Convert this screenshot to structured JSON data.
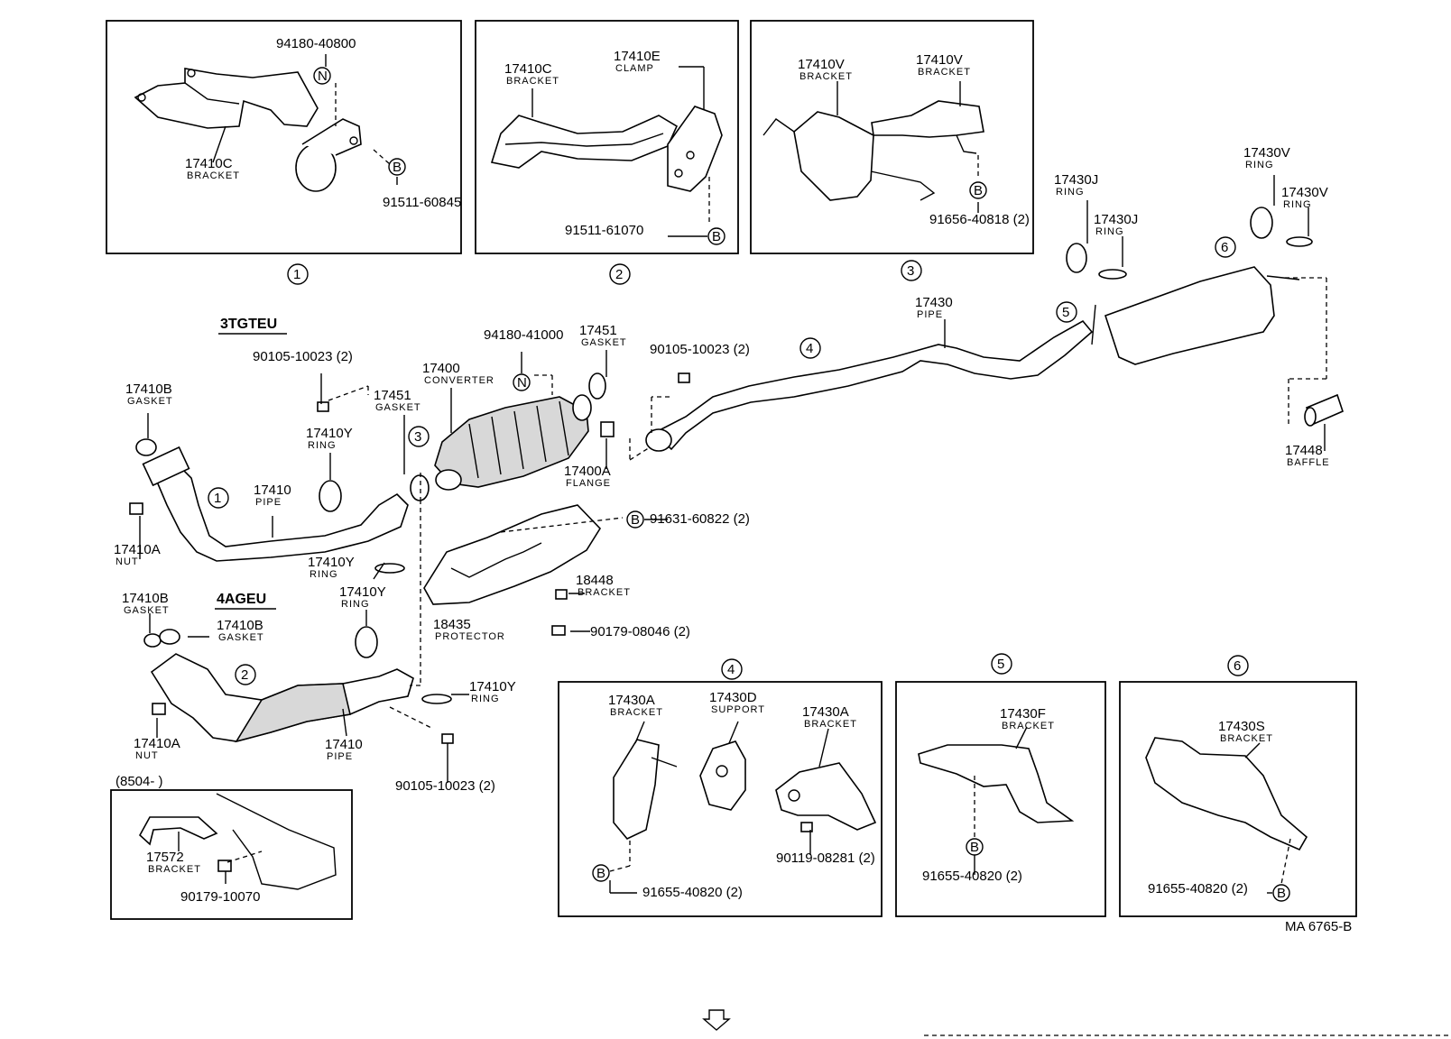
{
  "diagram_code": "MA 6765-B",
  "nav_arrow_icon": "down-arrow-icon",
  "engine_variants": [
    "3TGTEU",
    "4AGEU"
  ],
  "date_range": "(8504-         )",
  "markers": {
    "B": "B",
    "N": "N"
  },
  "circle_numbers": [
    "1",
    "2",
    "3",
    "4",
    "5",
    "6"
  ],
  "parts": [
    {
      "num": "94180-40800",
      "name": ""
    },
    {
      "num": "17410C",
      "name": "BRACKET"
    },
    {
      "num": "91511-60845",
      "name": ""
    },
    {
      "num": "17410C",
      "name": "BRACKET"
    },
    {
      "num": "17410E",
      "name": "CLAMP"
    },
    {
      "num": "91511-61070",
      "name": ""
    },
    {
      "num": "17410V",
      "name": "BRACKET"
    },
    {
      "num": "17410V",
      "name": "BRACKET"
    },
    {
      "num": "91656-40818 (2)",
      "name": ""
    },
    {
      "num": "17430J",
      "name": "RING"
    },
    {
      "num": "17430J",
      "name": "RING"
    },
    {
      "num": "17430V",
      "name": "RING"
    },
    {
      "num": "17430V",
      "name": "RING"
    },
    {
      "num": "17430",
      "name": "PIPE"
    },
    {
      "num": "17448",
      "name": "BAFFLE"
    },
    {
      "num": "90105-10023 (2)",
      "name": ""
    },
    {
      "num": "94180-41000",
      "name": ""
    },
    {
      "num": "17451",
      "name": "GASKET"
    },
    {
      "num": "17400",
      "name": "CONVERTER"
    },
    {
      "num": "17451",
      "name": "GASKET"
    },
    {
      "num": "90105-10023 (2)",
      "name": ""
    },
    {
      "num": "17410B",
      "name": "GASKET"
    },
    {
      "num": "17410Y",
      "name": "RING"
    },
    {
      "num": "17410",
      "name": "PIPE"
    },
    {
      "num": "17410A",
      "name": "NUT"
    },
    {
      "num": "17400A",
      "name": "FLANGE"
    },
    {
      "num": "91631-60822 (2)",
      "name": ""
    },
    {
      "num": "17410Y",
      "name": "RING"
    },
    {
      "num": "18448",
      "name": "BRACKET"
    },
    {
      "num": "17410B",
      "name": "GASKET"
    },
    {
      "num": "17410B",
      "name": "GASKET"
    },
    {
      "num": "17410Y",
      "name": "RING"
    },
    {
      "num": "18435",
      "name": "PROTECTOR"
    },
    {
      "num": "90179-08046 (2)",
      "name": ""
    },
    {
      "num": "17410Y",
      "name": "RING"
    },
    {
      "num": "17410A",
      "name": "NUT"
    },
    {
      "num": "17410",
      "name": "PIPE"
    },
    {
      "num": "90105-10023 (2)",
      "name": ""
    },
    {
      "num": "17572",
      "name": "BRACKET"
    },
    {
      "num": "90179-10070",
      "name": ""
    },
    {
      "num": "17430A",
      "name": "BRACKET"
    },
    {
      "num": "17430D",
      "name": "SUPPORT"
    },
    {
      "num": "17430A",
      "name": "BRACKET"
    },
    {
      "num": "90119-08281 (2)",
      "name": ""
    },
    {
      "num": "91655-40820 (2)",
      "name": ""
    },
    {
      "num": "17430F",
      "name": "BRACKET"
    },
    {
      "num": "91655-40820 (2)",
      "name": ""
    },
    {
      "num": "17430S",
      "name": "BRACKET"
    },
    {
      "num": "91655-40820 (2)",
      "name": ""
    }
  ]
}
